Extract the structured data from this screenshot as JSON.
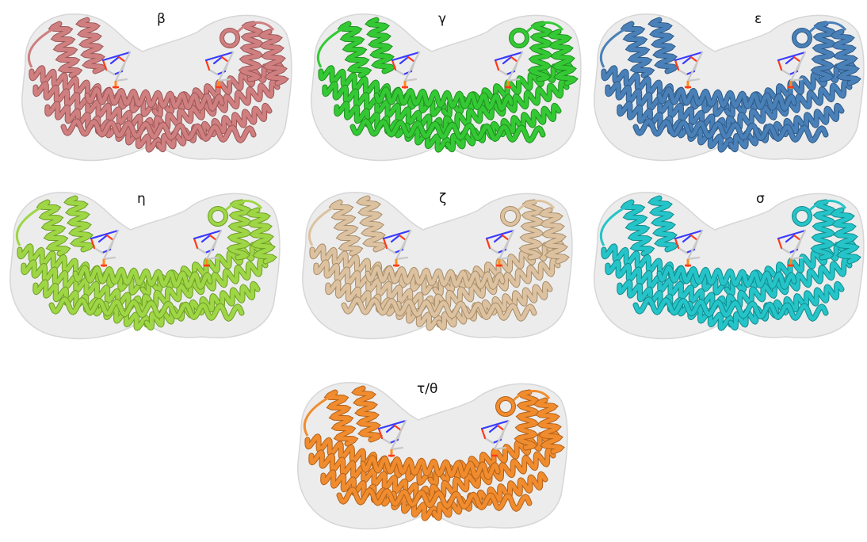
{
  "panels": [
    {
      "label": "β",
      "color": "#cf7f7f",
      "dark": "#9c5656"
    },
    {
      "label": "γ",
      "color": "#34c934",
      "dark": "#1f8f1f"
    },
    {
      "label": "ε",
      "color": "#4a80b8",
      "dark": "#2e5a87"
    },
    {
      "label": "η",
      "color": "#9ed645",
      "dark": "#6e9e27"
    },
    {
      "label": "ζ",
      "color": "#dcc2a0",
      "dark": "#a88c68"
    },
    {
      "label": "σ",
      "color": "#25c4c8",
      "dark": "#138a8d"
    },
    {
      "label": "τ/θ",
      "color": "#f08c2e",
      "dark": "#b3611a"
    }
  ],
  "ligand": {
    "carbon": "#c8c8c8",
    "nitrogen": "#3a3aff",
    "oxygen": "#ff3a1a",
    "phosphorus": "#ff8c1a"
  }
}
